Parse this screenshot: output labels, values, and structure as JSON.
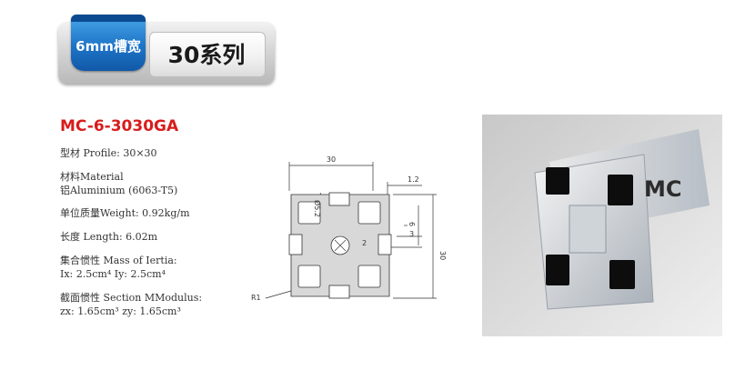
{
  "header": {
    "slot_label": "6mm槽宽",
    "series_label": "30系列"
  },
  "model": "MC-6-3030GA",
  "specs": {
    "profile": "型材 Profile: 30×30",
    "material_label": "材料Material",
    "material_value": "铝Aluminium (6063-T5)",
    "unit_weight": "单位质量Weight: 0.92kg/m",
    "length": "长度 Length: 6.02m",
    "inertia_label": "集合惯性  Mass of Iertia:",
    "inertia_values": "Ix: 2.5cm⁴   Iy: 2.5cm⁴",
    "modulus_label": "截面惯性 Section MModulus:",
    "modulus_values": "zx: 1.65cm³   zy: 1.65cm³"
  },
  "drawing": {
    "dim_top": "30",
    "dim_slot": "1.2",
    "dim_hole": "Ø5.2",
    "dim_6": "6",
    "dim_3": "3",
    "dim_2": "2",
    "dim_right": "30",
    "radius": "R1"
  },
  "photo": {
    "brand_text": "MC"
  },
  "colors": {
    "title_red": "#d81c1c",
    "tab_blue": "#1e75c8"
  }
}
